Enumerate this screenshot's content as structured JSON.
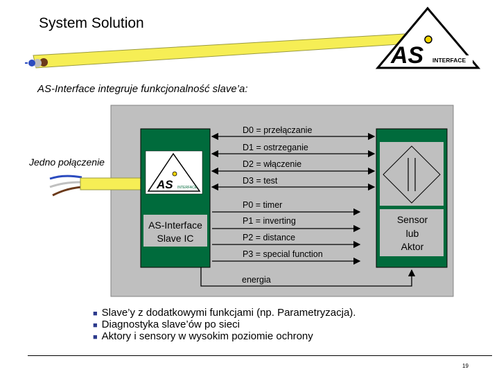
{
  "header": {
    "title": "System Solution",
    "subtitle": "AS-Interface integruje funkcjonalność slave’a:"
  },
  "logo": {
    "text": "AS",
    "suffix": "INTERFACE",
    "small_suffix": "INTERFACE"
  },
  "diagram": {
    "connection_label": "Jedno połączenie",
    "slave_ic_label": [
      "AS-Interface",
      "Slave IC"
    ],
    "sensor_label": [
      "Sensor",
      "lub",
      "Aktor"
    ],
    "data_signals": [
      "D0 = przełączanie",
      "D1 = ostrzeganie",
      "D2 = włączenie",
      "D3 = test"
    ],
    "param_signals": [
      "P0 = timer",
      "P1 = inverting",
      "P2 = distance",
      "P3 = special function"
    ],
    "energy_label": "energia"
  },
  "bullets": [
    "Slave’y z dodatkowymi funkcjami (np. Parametryzacja).",
    "Diagnostyka slave’ów po sieci",
    "Aktory i sensory w wysokim poziomie ochrony"
  ],
  "footer": {
    "page_number": "19"
  },
  "colors": {
    "panel": "#bfbfbf",
    "green": "#006b3c",
    "cable_yellow": "#f6ee55",
    "bullet_blue": "#2c3a8c"
  }
}
